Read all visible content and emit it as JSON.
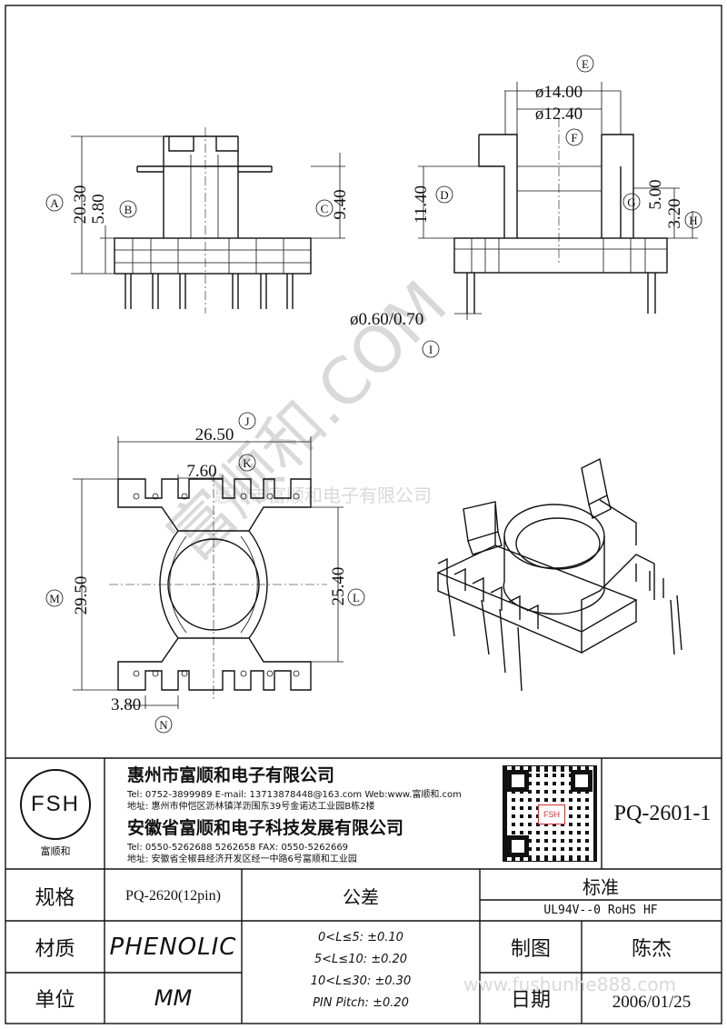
{
  "drawing": {
    "side_view_left": {
      "dims": [
        "20.30",
        "5.80",
        "9.40"
      ],
      "markers": [
        "A",
        "B",
        "C"
      ]
    },
    "side_view_right": {
      "dims": [
        "ø14.00",
        "ø12.40",
        "11.40",
        "5.00",
        "3.20",
        "ø0.60/0.70"
      ],
      "markers": [
        "E",
        "F",
        "D",
        "G",
        "H",
        "I"
      ]
    },
    "bottom_view": {
      "dims": [
        "26.50",
        "7.60",
        "29.50",
        "25.40",
        "3.80"
      ],
      "markers": [
        "J",
        "K",
        "M",
        "L",
        "N"
      ]
    },
    "watermark_diag": "富顺和.COM",
    "watermark_line": "惠州市富顺和电子有限公司",
    "watermark_footer": "www.fushunhe888.com"
  },
  "title_block": {
    "logo_text": "FSH",
    "logo_caption": "富顺和",
    "company1": "惠州市富顺和电子有限公司",
    "company1_contact": "Tel: 0752-3899989  E-mail: 13713878448@163.com  Web:www.富顺和.com",
    "company1_address": "地址: 惠州市仲恺区沥林镇洋沥围东39号金诺达工业园B栋2楼",
    "company2": "安徽省富顺和电子科技发展有限公司",
    "company2_contact": "Tel: 0550-5262688  5262658    FAX: 0550-5262669",
    "company2_address": "地址: 安徽省全椒县经济开发区经一中路6号富顺和工业园",
    "qr_label": "FSH",
    "part_number": "PQ-2601-1",
    "spec_label": "规格",
    "spec_value": "PQ-2620(12pin)",
    "material_label": "材质",
    "material_value": "PHENOLIC",
    "unit_label": "单位",
    "unit_value": "MM",
    "tolerance_label": "公差",
    "tolerances": [
      "0<L≤5: ±0.10",
      "5<L≤10: ±0.20",
      "10<L≤30: ±0.30",
      "PIN Pitch: ±0.20"
    ],
    "standard_label": "标准",
    "standard_value": "UL94V--0  RoHS HF",
    "drawn_label": "制图",
    "drawn_value": "陈杰",
    "date_label": "日期",
    "date_value": "2006/01/25"
  }
}
